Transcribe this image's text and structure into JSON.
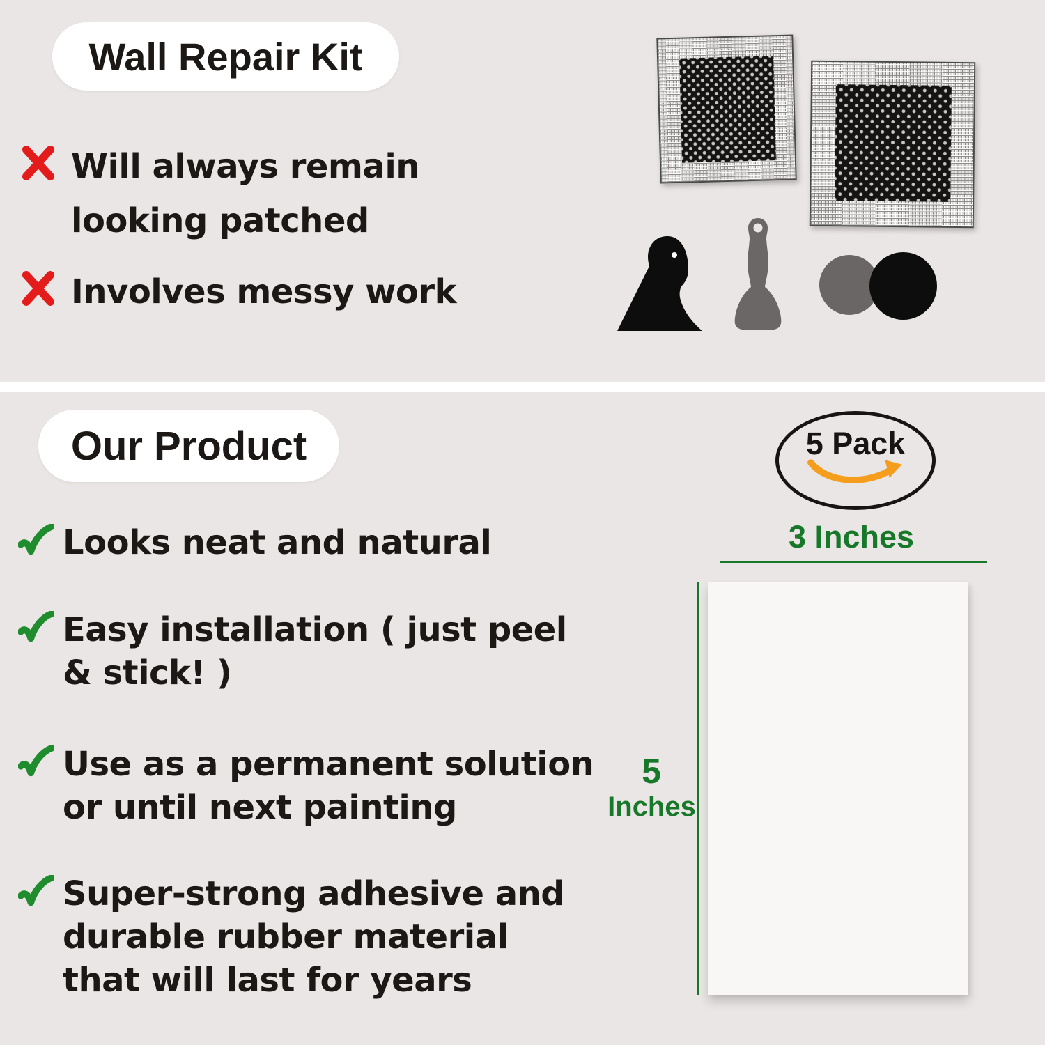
{
  "colors": {
    "background": "#EAE6E5",
    "card": "#FFFFFF",
    "text": "#1B1816",
    "cross": "#E41B1B",
    "check": "#1F8C2E",
    "dimension": "#17782A",
    "smile_orange": "#F59D1C",
    "tool_gray": "#6B6766",
    "disc_gray": "#6B6666",
    "tool_black": "#0E0D0D",
    "patch_card": "#F8F7F6"
  },
  "top_section": {
    "title": "Wall Repair Kit",
    "cons": [
      {
        "icon": "cross-icon",
        "lines": [
          "Will always remain",
          "looking patched"
        ]
      },
      {
        "icon": "cross-icon",
        "lines": [
          "Involves messy work"
        ]
      }
    ],
    "collage_items": [
      "mesh-patch",
      "mesh-patch",
      "scraper-tool",
      "putty-knife",
      "adhesive-disc-gray",
      "adhesive-disc-black"
    ]
  },
  "bottom_section": {
    "title": "Our Product",
    "badge": {
      "label": "5 Pack",
      "icon": "amazon-smile-arrow-icon"
    },
    "pros": [
      {
        "icon": "check-icon",
        "lines": [
          "Looks neat and natural"
        ]
      },
      {
        "icon": "check-icon",
        "lines": [
          "Easy installation ( just peel",
          "& stick! )"
        ]
      },
      {
        "icon": "check-icon",
        "lines": [
          "Use as a permanent solution",
          "or until next painting"
        ]
      },
      {
        "icon": "check-icon",
        "lines": [
          "Super-strong adhesive and",
          "durable rubber material",
          "that will last for years"
        ]
      }
    ],
    "dimension_diagram": {
      "width_label": "3 Inches",
      "height_value": "5",
      "height_unit": "Inches"
    }
  }
}
